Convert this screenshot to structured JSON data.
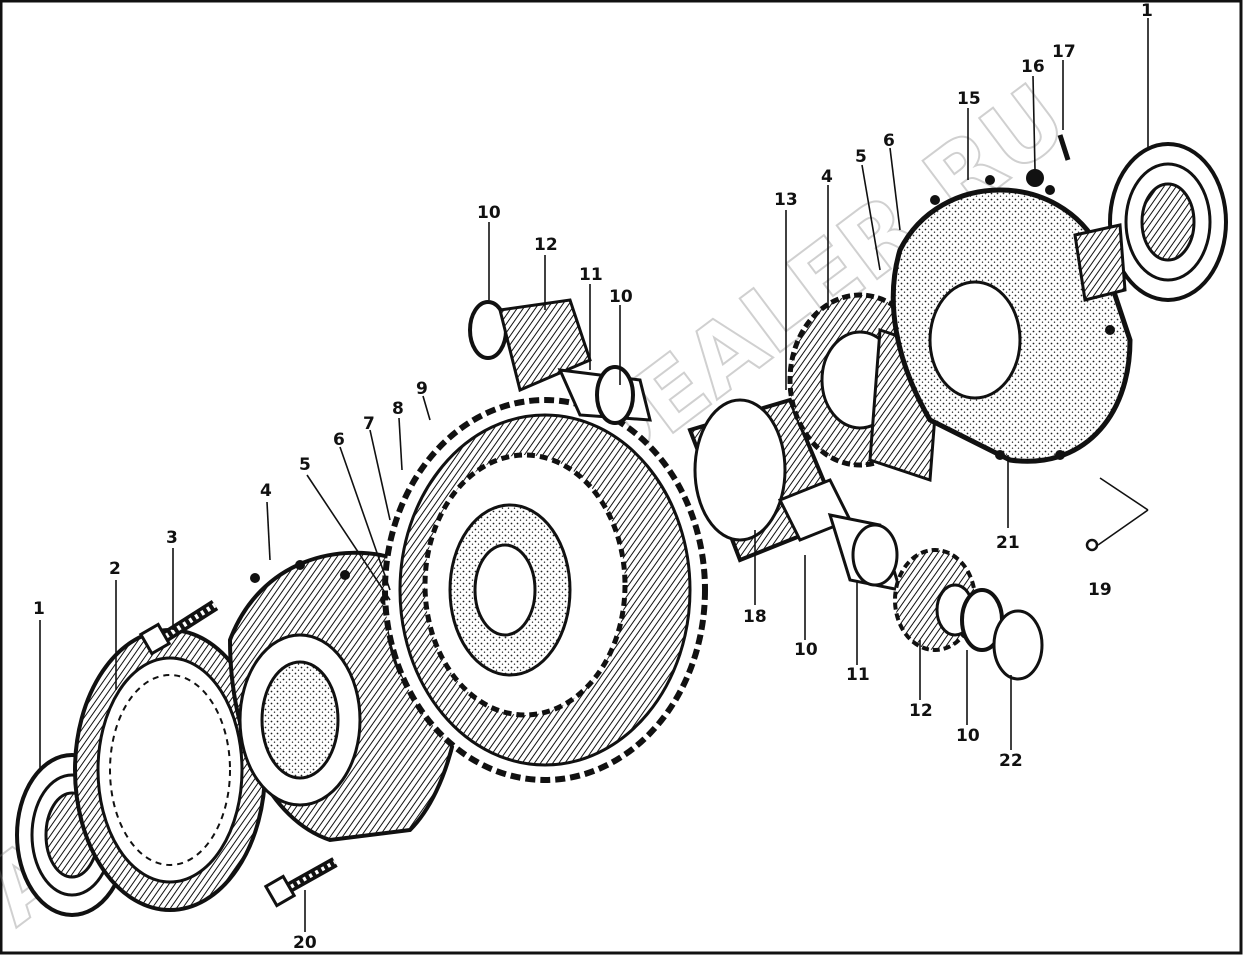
{
  "watermark": "ACTIONTRUCKDEALER.RU",
  "callouts": {
    "c1a": "1",
    "c2": "2",
    "c3": "3",
    "c4a": "4",
    "c5a": "5",
    "c6a": "6",
    "c7": "7",
    "c8": "8",
    "c9": "9",
    "c10a": "10",
    "c12a": "12",
    "c11a": "11",
    "c10b": "10",
    "c13": "13",
    "c4b": "4",
    "c5b": "5",
    "c6b": "6",
    "c15": "15",
    "c16": "16",
    "c17": "17",
    "c1b": "1",
    "c18": "18",
    "c10c": "10",
    "c11b": "11",
    "c12b": "12",
    "c10d": "10",
    "c22": "22",
    "c21": "21",
    "c19": "19",
    "c20": "20"
  }
}
